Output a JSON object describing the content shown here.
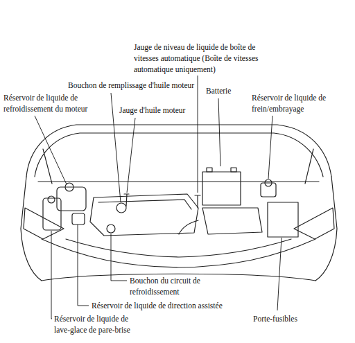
{
  "diagram": {
    "labels": [
      "Jauge de niveau de liquide de boîte de vitesses automatique (Boîte de vitesses automatique uniquement)",
      "Bouchon de remplissage d'huile moteur",
      "Réservoir de liquide de refroidissement du moteur",
      "Jauge d'huile moteur",
      "Batterie",
      "Réservoir de liquide de frein/embrayage",
      "Bouchon du circuit de refroidissement",
      "Réservoir de liquide de direction assistée",
      "Réservoir de liquide de lave-glace de pare-brise",
      "Porte-fusibles"
    ]
  }
}
